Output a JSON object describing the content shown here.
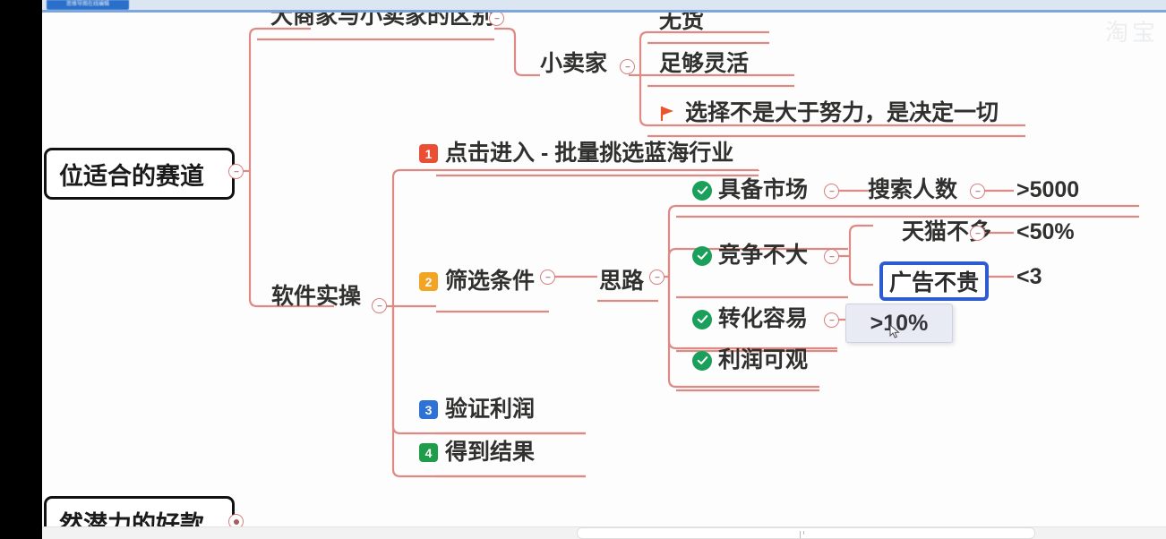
{
  "app": {
    "browser_tab_label": "思维导图在线编辑",
    "watermark": "淘宝"
  },
  "mindmap": {
    "root_left": {
      "label": "位适合的赛道",
      "toggle": "collapse-toggle"
    },
    "root_bottom": {
      "label": "然潜力的好款",
      "toggle": "collapse-toggle"
    },
    "branch_top": {
      "label": "大商家与小卖家的区别",
      "child": {
        "label": "小卖家",
        "items": [
          {
            "label": "无货"
          },
          {
            "label": "足够灵活"
          },
          {
            "label": "选择不是大于努力，是决定一切",
            "icon": "flag-icon"
          }
        ]
      }
    },
    "branch_main": {
      "label": "软件实操",
      "steps": [
        {
          "number": "1",
          "label": "点击进入 - 批量挑选蓝海行业",
          "color": "#ea4f35"
        },
        {
          "number": "2",
          "label": "筛选条件",
          "color": "#f3a423"
        },
        {
          "number": "3",
          "label": "验证利润",
          "color": "#2f72d6"
        },
        {
          "number": "4",
          "label": "得到结果",
          "color": "#1e9e4a"
        }
      ],
      "idea_label": "思路",
      "criteria": [
        {
          "label": "具备市场",
          "icon": "check-circle-icon",
          "sub": [
            {
              "label": "搜索人数",
              "value": ">5000"
            }
          ]
        },
        {
          "label": "竞争不大",
          "icon": "check-circle-icon",
          "sub": [
            {
              "label": "天猫不多",
              "value": "<50%"
            },
            {
              "label": "广告不贵",
              "value": "<3",
              "state": "selected"
            }
          ]
        },
        {
          "label": "转化容易",
          "icon": "check-circle-icon",
          "sub": [
            {
              "label": ">10%",
              "state": "dragging"
            }
          ]
        },
        {
          "label": "利润可观",
          "icon": "check-circle-icon",
          "sub": []
        }
      ]
    }
  },
  "colors": {
    "wire": "#dd8a85",
    "selection_border": "#2f5bd0",
    "check_green": "#1aa05a",
    "flag_orange": "#e8552d"
  }
}
